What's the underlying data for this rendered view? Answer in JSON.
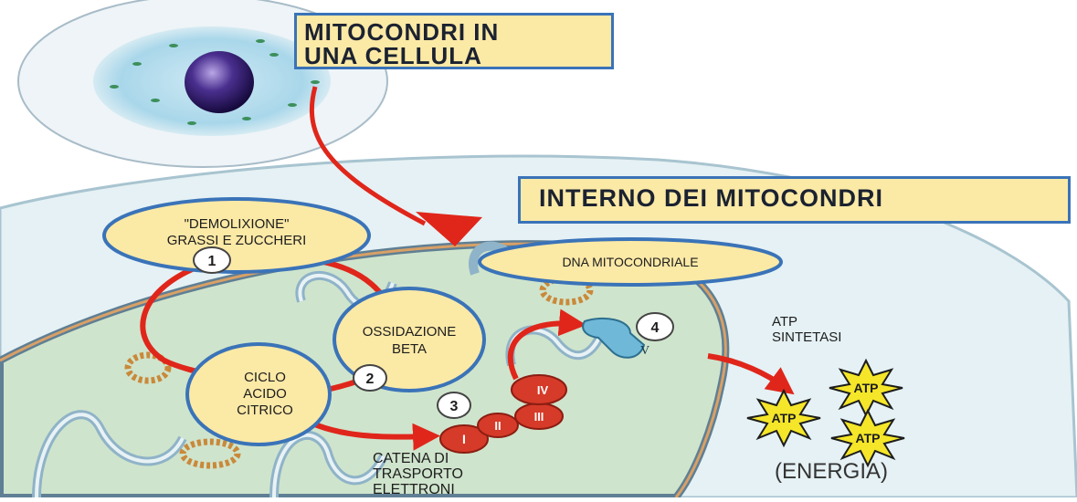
{
  "title_lines": [
    "MITOCONDRI IN",
    "UNA CELLULA"
  ],
  "subtitle": "INTERNO DEI MITOCONDRI",
  "labels": {
    "demolizione_line1": "\"DEMOLIXIONE\"",
    "demolizione_line2": "GRASSI E ZUCCHERI",
    "dna": "DNA MITOCONDRIALE",
    "ossidazione_line1": "OSSIDAZIONE",
    "ossidazione_line2": "BETA",
    "ciclo_line1": "CICLO",
    "ciclo_line2": "ACIDO",
    "ciclo_line3": "CITRICO",
    "atp_sintetasi_line1": "ATP",
    "atp_sintetasi_line2": "SINTETASI",
    "catena_line1": "CATENA DI",
    "catena_line2": "TRASPORTO",
    "catena_line3": "ELETTRONI",
    "energia": "(ENERGIA)"
  },
  "step_numbers": [
    "1",
    "2",
    "3",
    "4"
  ],
  "complexes": [
    "I",
    "II",
    "III",
    "IV",
    "V"
  ],
  "atp_label": "ATP",
  "colors": {
    "label_fill": "#fbe9a6",
    "label_border": "#3a73b8",
    "arrow_red": "#e0261b",
    "matrix_green": "#d7ead5",
    "membrane_blue": "#8fb3c8",
    "atp_yellow": "#f5e629",
    "complex_red": "#d63a28"
  }
}
